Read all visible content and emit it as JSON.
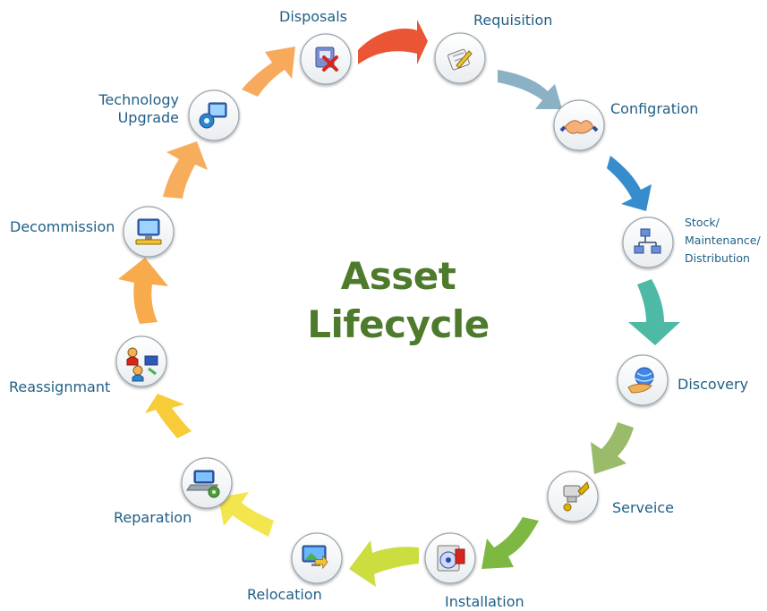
{
  "title": {
    "line1": "Asset",
    "line2": "Lifecycle"
  },
  "stages": [
    {
      "label": "Disposals",
      "icon": "disposal-icon"
    },
    {
      "label": "Requisition",
      "icon": "requisition-icon"
    },
    {
      "label": "Configration",
      "icon": "handshake-icon"
    },
    {
      "label_lines": [
        "Stock/",
        "Maintenance/",
        "Distribution"
      ],
      "icon": "network-icon"
    },
    {
      "label": "Discovery",
      "icon": "globe-hand-icon"
    },
    {
      "label": "Serveice",
      "icon": "service-tools-icon"
    },
    {
      "label": "Installation",
      "icon": "installation-cd-icon"
    },
    {
      "label": "Relocation",
      "icon": "relocation-monitor-icon"
    },
    {
      "label": "Reparation",
      "icon": "reparation-laptop-gear-icon"
    },
    {
      "label": "Reassignmant",
      "icon": "reassign-users-icon"
    },
    {
      "label": "Decommission",
      "icon": "decommission-computer-icon"
    },
    {
      "label_lines": [
        "Technology",
        "Upgrade"
      ],
      "icon": "upgrade-computer-gear-icon"
    }
  ],
  "colors": {
    "title": "#4e7a2c",
    "label": "#1f5f86",
    "arrows": [
      "#e8421f",
      "#7ea8bf",
      "#2b86c9",
      "#3bb39c",
      "#8fb45a",
      "#6fb02f",
      "#c7d92a",
      "#f2e23a",
      "#f7c623",
      "#f6a23a",
      "#f5a54a",
      "#f7a14a"
    ]
  }
}
